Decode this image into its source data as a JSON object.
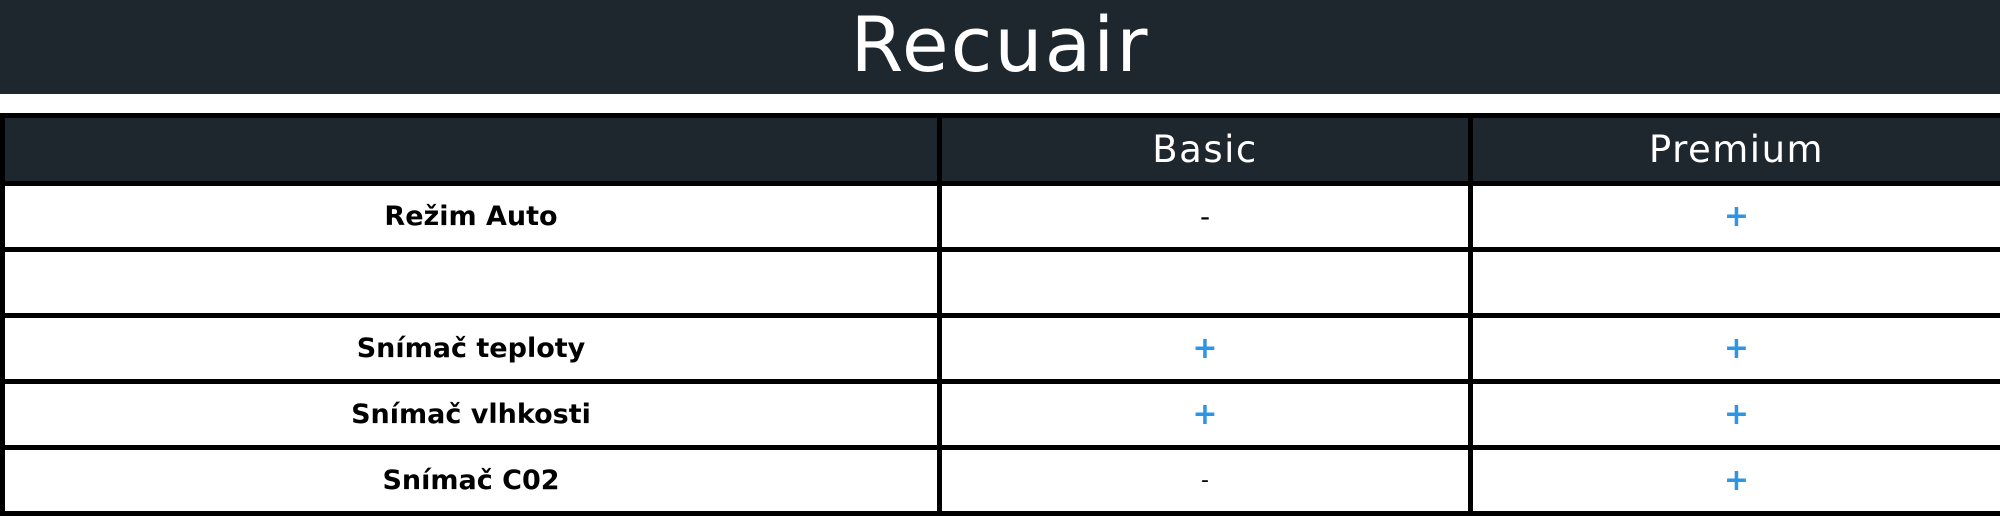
{
  "header": {
    "title": "Recuair"
  },
  "table": {
    "columns": [
      "",
      "Basic",
      "Premium"
    ],
    "rows": [
      {
        "feature": "Režim Auto",
        "basic": "-",
        "premium": "+"
      },
      {
        "feature": "",
        "basic": "",
        "premium": ""
      },
      {
        "feature": "Snímač teploty",
        "basic": "+",
        "premium": "+"
      },
      {
        "feature": "Snímač vlhkosti",
        "basic": "+",
        "premium": "+"
      },
      {
        "feature": "Snímač C02",
        "basic": "-",
        "premium": "+"
      }
    ]
  },
  "colors": {
    "header_background": "#1e272d",
    "plus_mark": "#2d95e6",
    "grid_lines": "#000000"
  }
}
